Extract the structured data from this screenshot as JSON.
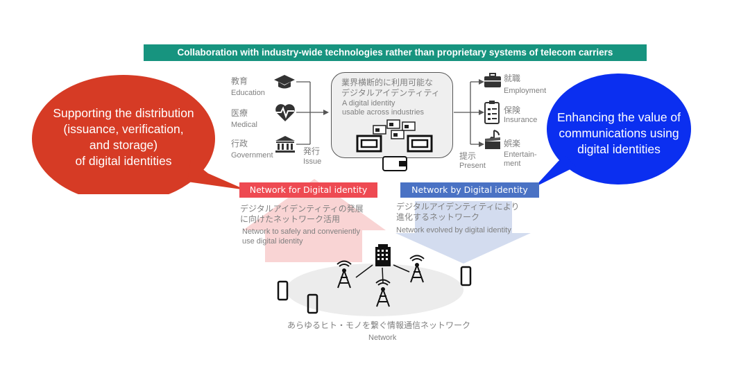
{
  "banner": "Collaboration with industry-wide technologies rather than proprietary systems of telecom carriers",
  "left_bubble": {
    "lines": [
      "Supporting the distribution",
      "(issuance, verification,",
      "and storage)",
      "of digital identities"
    ]
  },
  "right_bubble": {
    "lines": [
      "Enhancing the value of",
      "communications using",
      "digital identities"
    ]
  },
  "sources": [
    {
      "jp": "教育",
      "en": "Education",
      "icon": "graduation-cap-icon"
    },
    {
      "jp": "医療",
      "en": "Medical",
      "icon": "heartbeat-icon"
    },
    {
      "jp": "行政",
      "en": "Government",
      "icon": "government-building-icon"
    }
  ],
  "issue": {
    "jp": "発行",
    "en": "Issue"
  },
  "center_box": {
    "jp_line1": "業界横断的に利用可能な",
    "jp_line2": "デジタルアイデンティティ",
    "en_line1": "A digital identity",
    "en_line2": "usable across industries"
  },
  "present": {
    "jp": "提示",
    "en": "Present"
  },
  "destinations": [
    {
      "jp": "就職",
      "en": "Employment",
      "icon": "briefcase-icon"
    },
    {
      "jp": "保険",
      "en": "Insurance",
      "icon": "clipboard-icon"
    },
    {
      "jp": "娯楽",
      "en": "Entertain-\nment",
      "icon": "music-clapper-icon"
    }
  ],
  "left_label": {
    "title": "Network for Digital identity",
    "jp_line1": "デジタルアイデンティティの発展",
    "jp_line2": "に向けたネットワーク活用",
    "en_line1": "Network to safely and conveniently",
    "en_line2": "use digital identity"
  },
  "right_label": {
    "title": "Network by  Digital identity",
    "jp_line1": "デジタルアイデンティティにより",
    "jp_line2": "進化するネットワーク",
    "en_line1": "Network evolved by digital identity"
  },
  "network": {
    "jp": "あらゆるヒト・モノを繋ぐ情報通信ネットワーク",
    "en": "Network"
  },
  "colors": {
    "banner": "#17947f",
    "red": "#d63b25",
    "blue": "#0b2ff0",
    "pink_label": "#ee4a52",
    "blue_label": "#4a72c4",
    "arrow_up": "#f9d4d4",
    "arrow_down": "#d3dcef"
  }
}
